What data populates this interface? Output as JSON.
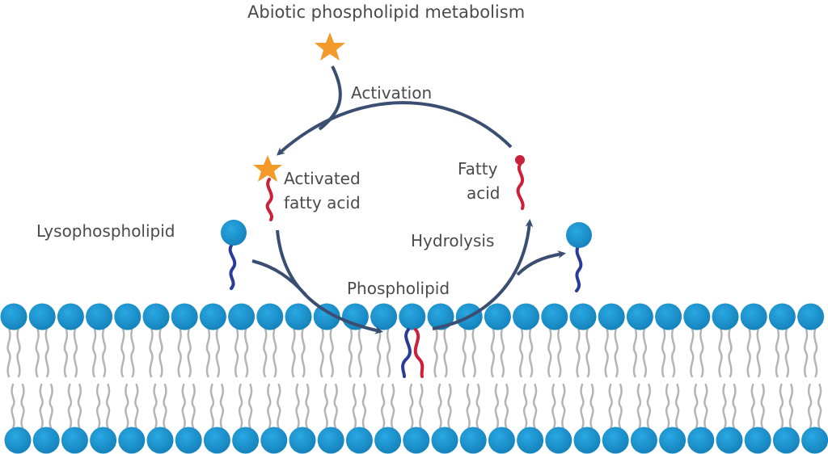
{
  "title": "Abiotic phospholipid metabolism",
  "labels": {
    "activation": "Activation",
    "activated_fatty_acid_line1": "Activated",
    "activated_fatty_acid_line2": "fatty acid",
    "fatty_acid_line1": "Fatty",
    "fatty_acid_line2": "acid",
    "lysophospholipid": "Lysophospholipid",
    "hydrolysis": "Hydrolysis",
    "phospholipid": "Phospholipid"
  },
  "colors": {
    "lipid_head": "#1e9ad6",
    "lipid_head_dark": "#1579ad",
    "tail_gray": "#b4b4b4",
    "tail_blue": "#2a3c9a",
    "tail_red": "#cc1f3a",
    "arrow": "#3a4e72",
    "star": "#f39a2b",
    "text": "#4a4a4a"
  },
  "icons": {
    "activator": "star-icon",
    "membrane": "lipid-bilayer"
  }
}
